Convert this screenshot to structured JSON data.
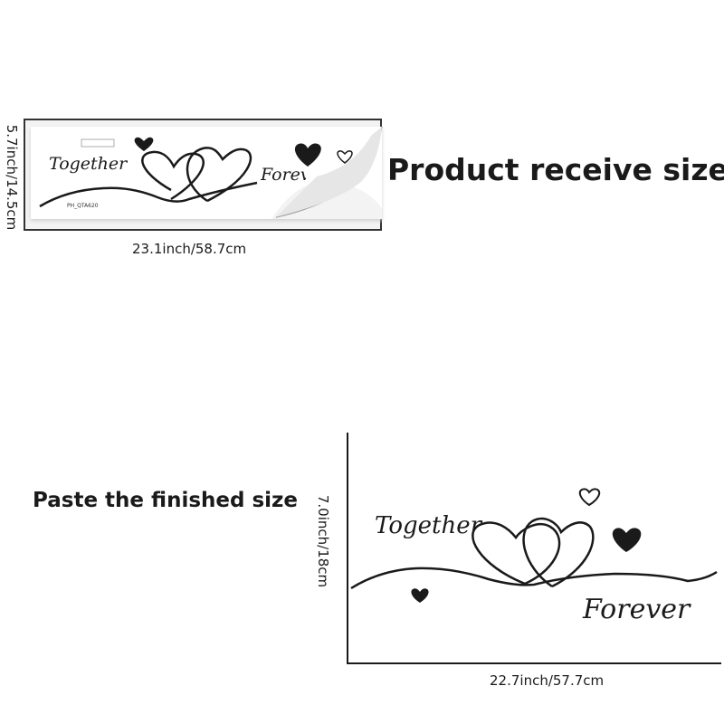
{
  "receive": {
    "heading": "Product receive size",
    "width_label": "23.1inch/58.7cm",
    "height_label": "5.7inch/14.5cm",
    "sticker_word_left": "Together",
    "sticker_word_right": "Forever",
    "sticker_code": "PH_QTA620"
  },
  "finished": {
    "heading": "Paste the finished size",
    "width_label": "22.7inch/57.7cm",
    "height_label": "7.0inch/18cm",
    "word_left": "Together",
    "word_right": "Forever"
  },
  "colors": {
    "ink": "#1a1a1a",
    "frame": "#333333",
    "paper": "#ffffff",
    "shadow": "#cfcfcf"
  },
  "icons": [
    "heart-outline-icon",
    "heart-solid-icon",
    "curl-corner-icon"
  ]
}
